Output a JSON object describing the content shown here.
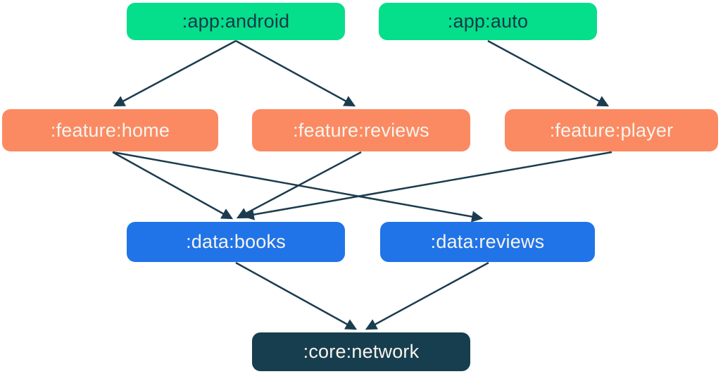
{
  "diagram": {
    "type": "module-dependency-graph",
    "nodes": [
      {
        "id": "app-android",
        "label": ":app:android",
        "tier": "app"
      },
      {
        "id": "app-auto",
        "label": ":app:auto",
        "tier": "app"
      },
      {
        "id": "feature-home",
        "label": ":feature:home",
        "tier": "feature"
      },
      {
        "id": "feature-reviews",
        "label": ":feature:reviews",
        "tier": "feature"
      },
      {
        "id": "feature-player",
        "label": ":feature:player",
        "tier": "feature"
      },
      {
        "id": "data-books",
        "label": ":data:books",
        "tier": "data"
      },
      {
        "id": "data-reviews",
        "label": ":data:reviews",
        "tier": "data"
      },
      {
        "id": "core-network",
        "label": ":core:network",
        "tier": "core"
      }
    ],
    "edges": [
      {
        "from": ":app:android",
        "to": ":feature:home"
      },
      {
        "from": ":app:android",
        "to": ":feature:reviews"
      },
      {
        "from": ":app:auto",
        "to": ":feature:player"
      },
      {
        "from": ":feature:home",
        "to": ":data:books"
      },
      {
        "from": ":feature:home",
        "to": ":data:reviews"
      },
      {
        "from": ":feature:reviews",
        "to": ":data:books"
      },
      {
        "from": ":feature:player",
        "to": ":data:books"
      },
      {
        "from": ":data:books",
        "to": ":core:network"
      },
      {
        "from": ":data:reviews",
        "to": ":core:network"
      }
    ],
    "colors": {
      "green": "#05de8a",
      "orange": "#fb8a62",
      "blue": "#2074e8",
      "navy": "#173e4e",
      "edge": "#1b3c4f",
      "text_dark": "#16384a",
      "text_light": "#f7f4ee",
      "background": "#ffffff"
    }
  }
}
